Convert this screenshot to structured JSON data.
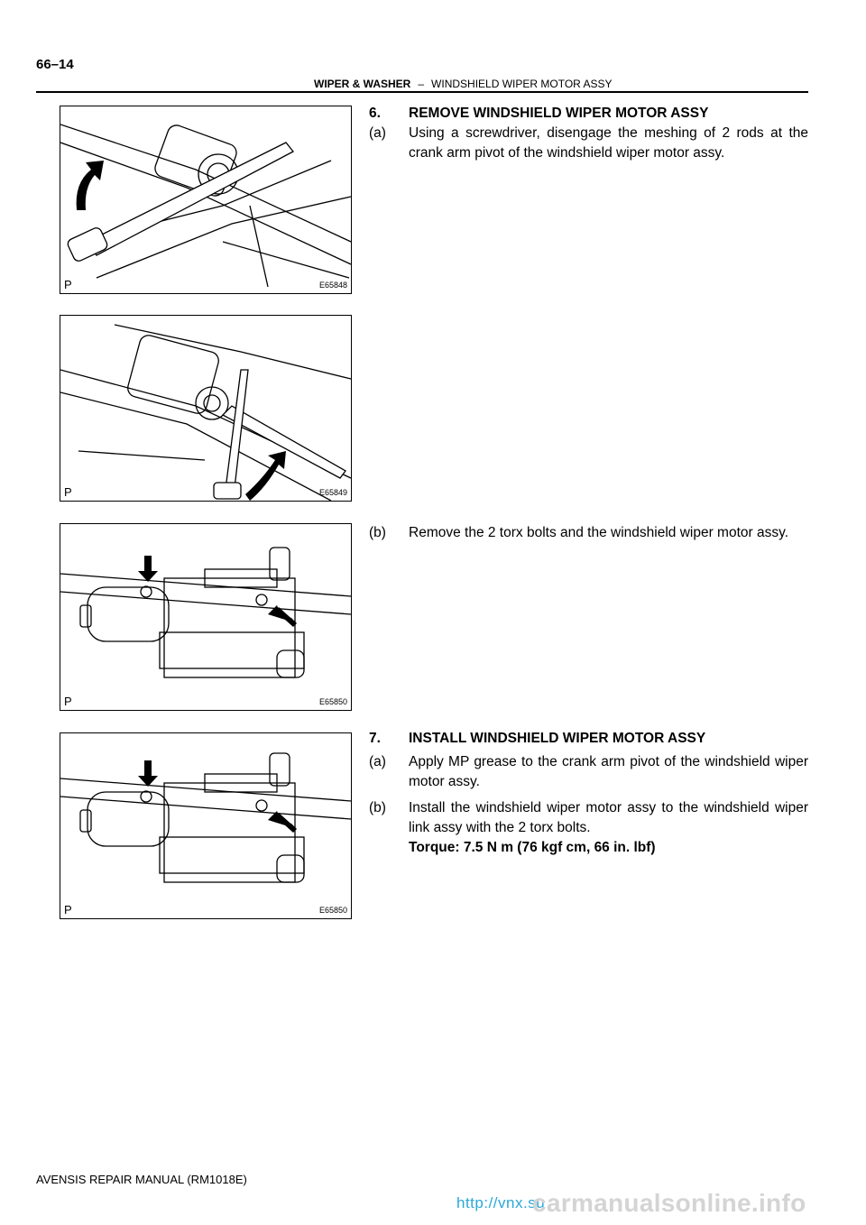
{
  "header": {
    "page_number": "66–14",
    "section": "WIPER & WASHER",
    "dash": "–",
    "subsection": "WINDSHIELD WIPER MOTOR ASSY"
  },
  "figures": [
    {
      "label": "P",
      "code": "E65848"
    },
    {
      "label": "P",
      "code": "E65849"
    },
    {
      "label": "P",
      "code": "E65850"
    },
    {
      "label": "P",
      "code": "E65850"
    }
  ],
  "steps": {
    "s6": {
      "number": "6.",
      "title": "REMOVE WINDSHIELD WIPER MOTOR ASSY",
      "a": {
        "label": "(a)",
        "text": "Using a screwdriver, disengage the meshing of 2 rods at the crank arm pivot of the windshield wiper motor assy."
      },
      "b": {
        "label": "(b)",
        "text": "Remove the 2 torx bolts and the windshield wiper motor assy."
      }
    },
    "s7": {
      "number": "7.",
      "title": "INSTALL WINDSHIELD WIPER MOTOR ASSY",
      "a": {
        "label": "(a)",
        "text": "Apply MP grease to the crank arm pivot of the windshield wiper motor assy."
      },
      "b": {
        "label": "(b)",
        "text": "Install the windshield wiper motor assy to the windshield wiper link assy with the 2 torx bolts.",
        "torque": "Torque: 7.5 N m (76 kgf cm, 66 in. lbf)"
      }
    }
  },
  "footer": {
    "manual": "AVENSIS REPAIR MANUAL   (RM1018E)"
  },
  "watermark": {
    "url": "http://vnx.su",
    "site": "carmanualsonline.info"
  }
}
